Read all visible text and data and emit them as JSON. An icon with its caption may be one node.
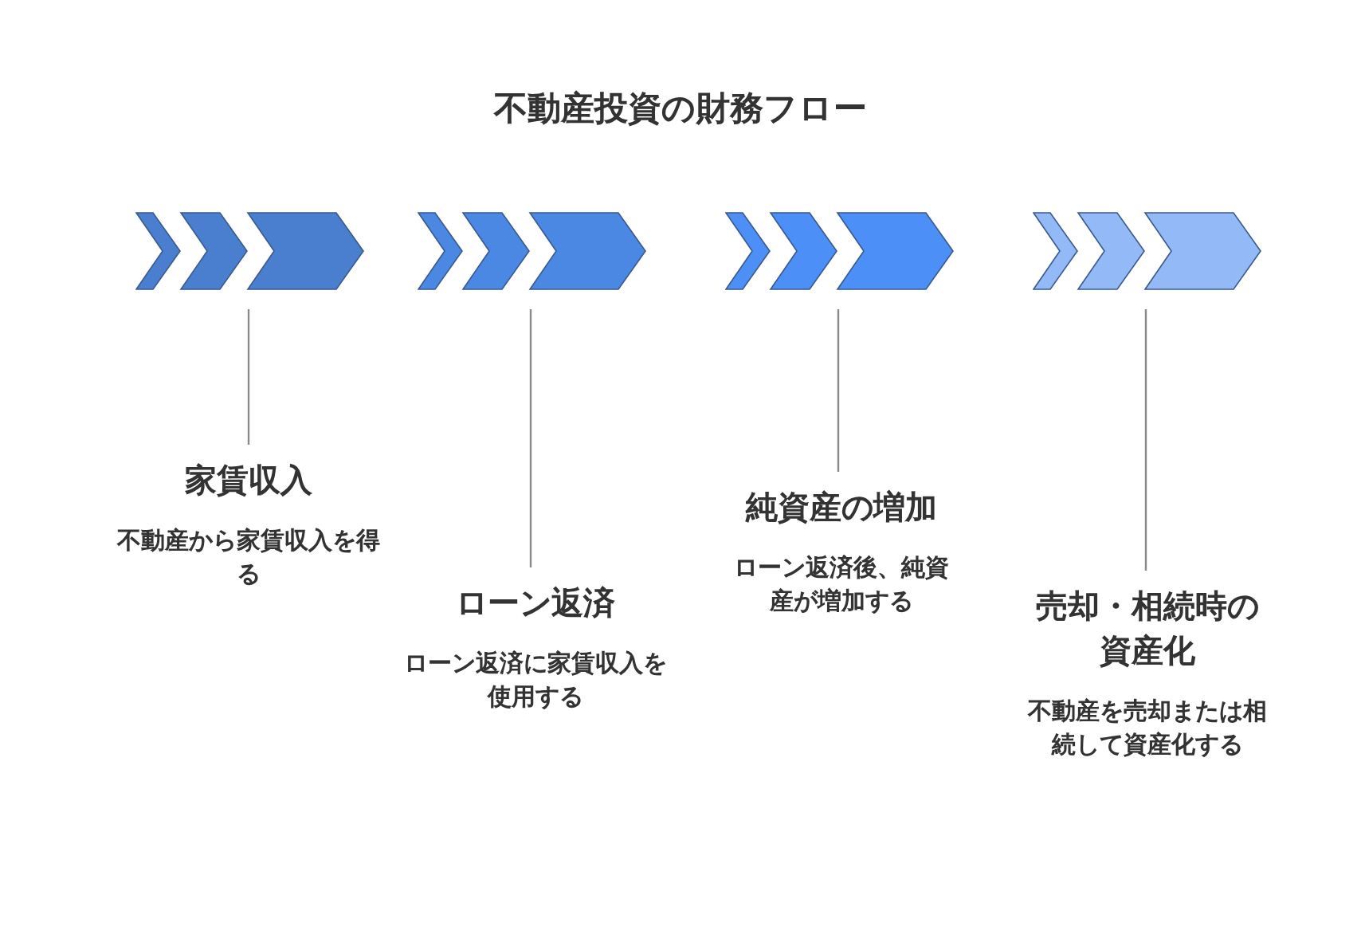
{
  "diagram": {
    "title": "不動産投資の財務フロー",
    "nodes": [
      {
        "text": [],
        "shape": "chevron"
      },
      {
        "text": [],
        "shape": "chevron"
      },
      {
        "text": [],
        "shape": "chevron"
      },
      {
        "text": [],
        "shape": "chevron"
      },
      {
        "text": [
          "家賃収入",
          "不動産から家賃収入を得る"
        ]
      },
      {
        "text": [
          "ローン返済",
          "ローン返済に家賃収入を使用する"
        ]
      },
      {
        "text": [
          "純資産の増加",
          "ローン返済後、純資産が増加する"
        ]
      },
      {
        "text": [
          "売却・相続時の資産化",
          "不動産を売却または相続して資産化する"
        ]
      }
    ],
    "edges": [
      {
        "from": 4,
        "to": 0,
        "arrow": "none"
      },
      {
        "from": 5,
        "to": 1,
        "arrow": "none"
      },
      {
        "from": 6,
        "to": 2,
        "arrow": "none"
      },
      {
        "from": 7,
        "to": 3,
        "arrow": "none"
      }
    ]
  }
}
